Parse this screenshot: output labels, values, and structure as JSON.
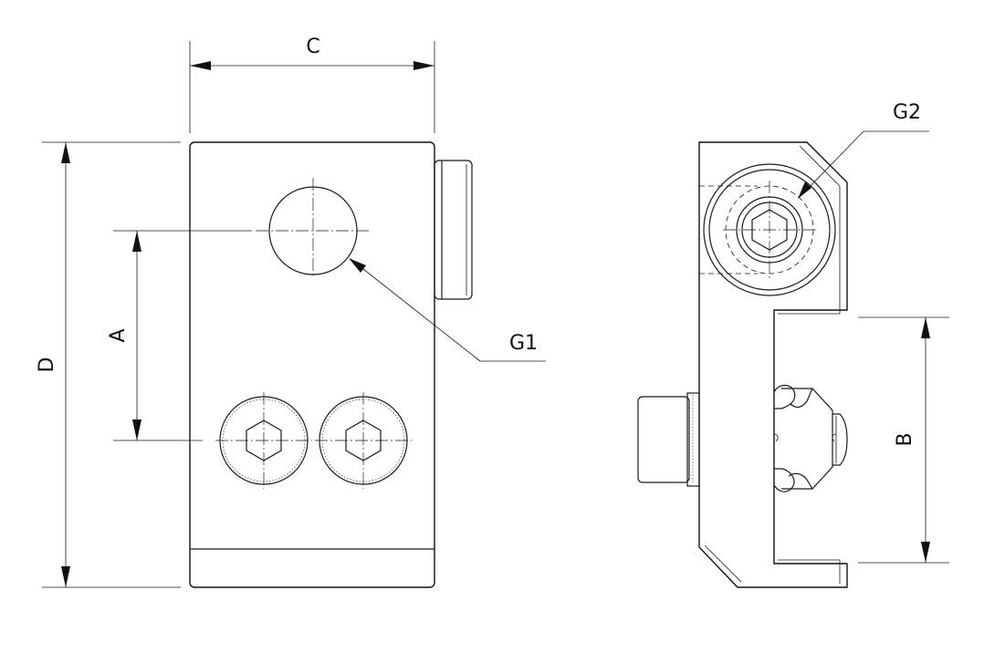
{
  "labels": {
    "dim_c": "C",
    "dim_d": "D",
    "dim_a": "A",
    "dim_b": "B",
    "callout_g1": "G1",
    "callout_g2": "G2"
  },
  "colors": {
    "line": "#1a1a1a",
    "background": "#ffffff"
  }
}
